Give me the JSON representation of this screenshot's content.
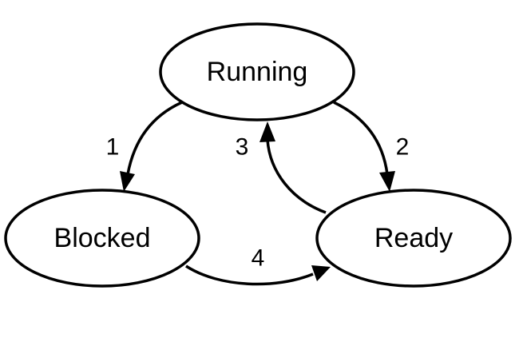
{
  "states": {
    "running": {
      "label": "Running"
    },
    "blocked": {
      "label": "Blocked"
    },
    "ready": {
      "label": "Ready"
    }
  },
  "transitions": [
    {
      "label": "1",
      "from": "Running",
      "to": "Blocked"
    },
    {
      "label": "2",
      "from": "Running",
      "to": "Ready"
    },
    {
      "label": "3",
      "from": "Ready",
      "to": "Running"
    },
    {
      "label": "4",
      "from": "Blocked",
      "to": "Ready"
    }
  ]
}
